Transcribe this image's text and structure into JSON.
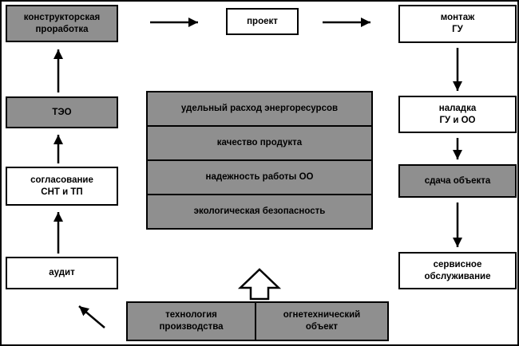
{
  "diagram": {
    "left_column": [
      {
        "label": "конструкторская\nпроработка"
      },
      {
        "label": "ТЭО"
      },
      {
        "label": "согласование\nСНТ и ТП"
      },
      {
        "label": "аудит"
      }
    ],
    "top_center": {
      "label": "проект"
    },
    "right_column": [
      {
        "label": "монтаж\nГУ"
      },
      {
        "label": "наладка\nГУ и ОО"
      },
      {
        "label": "сдача объекта"
      },
      {
        "label": "сервисное\nобслуживание"
      }
    ],
    "center_stack": [
      {
        "label": "удельный расход энергоресурсов"
      },
      {
        "label": "качество продукта"
      },
      {
        "label": "надежность работы ОО"
      },
      {
        "label": "экологическая безопасность"
      }
    ],
    "bottom_row": [
      {
        "label": "технология\nпроизводства"
      },
      {
        "label": "огнетехнический\nобъект"
      }
    ],
    "colors": {
      "gray_fill": "#8f8f8f",
      "white_fill": "#ffffff",
      "border": "#000000",
      "text": "#000000"
    }
  }
}
